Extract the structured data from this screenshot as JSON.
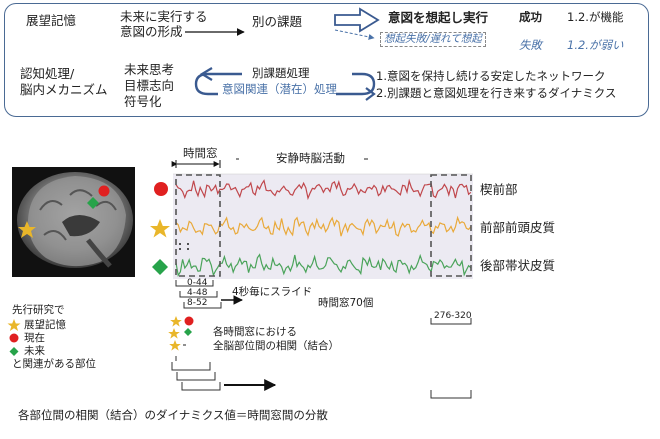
{
  "top_panel": {
    "row1": {
      "label": "展望記憶",
      "stage1_line1": "未来に実行する",
      "stage1_line2": "意図の形成",
      "stage2": "別の課題",
      "stage3_success": "意図を想起し実行",
      "stage3_failure": "想起失敗/遅れて想起",
      "success_label": "成功",
      "success_detail": "1.2.が機能",
      "failure_label": "失敗",
      "failure_detail": "1.2.が弱い"
    },
    "row2": {
      "label_line1": "認知処理/",
      "label_line2": "脳内メカニズム",
      "concept_line1": "未来思考",
      "concept_line2": "目標志向",
      "concept_line3": "符号化",
      "process_line1": "別課題処理",
      "process_line2": "意図関連（潜在）処理",
      "result_line1": "1.意図を保持し続ける安定したネットワーク",
      "result_line2": "2.別課題と意図処理を行き来するダイナミクス"
    }
  },
  "diagram": {
    "time_window_label": "時間窓",
    "resting_label": "安静時脳活動",
    "regions": [
      {
        "name": "楔前部",
        "color": "#c0474c"
      },
      {
        "name": "前部前頭皮質",
        "color": "#e9a93a"
      },
      {
        "name": "後部帯状皮質",
        "color": "#4aa35a"
      }
    ],
    "window_ranges": [
      "0-44",
      "4-48",
      "8-52"
    ],
    "last_window_range": "276-320",
    "slide_label": "4秒毎にスライド",
    "window_count_label": "時間窓70個",
    "correlation_line1": "各時間窓における",
    "correlation_line2": "全脳部位間の相関（結合）",
    "legend": {
      "heading": "先行研究で",
      "items": [
        {
          "symbol": "star",
          "text": "展望記憶",
          "color": "#e9b62a"
        },
        {
          "symbol": "circle",
          "text": "現在",
          "color": "#e02020"
        },
        {
          "symbol": "diamond",
          "text": "未来",
          "color": "#27a34a"
        }
      ],
      "footer": "と関連がある部位"
    },
    "bottom_caption": "各部位間の相関（結合）のダイナミクス値＝時間窓間の分散"
  }
}
